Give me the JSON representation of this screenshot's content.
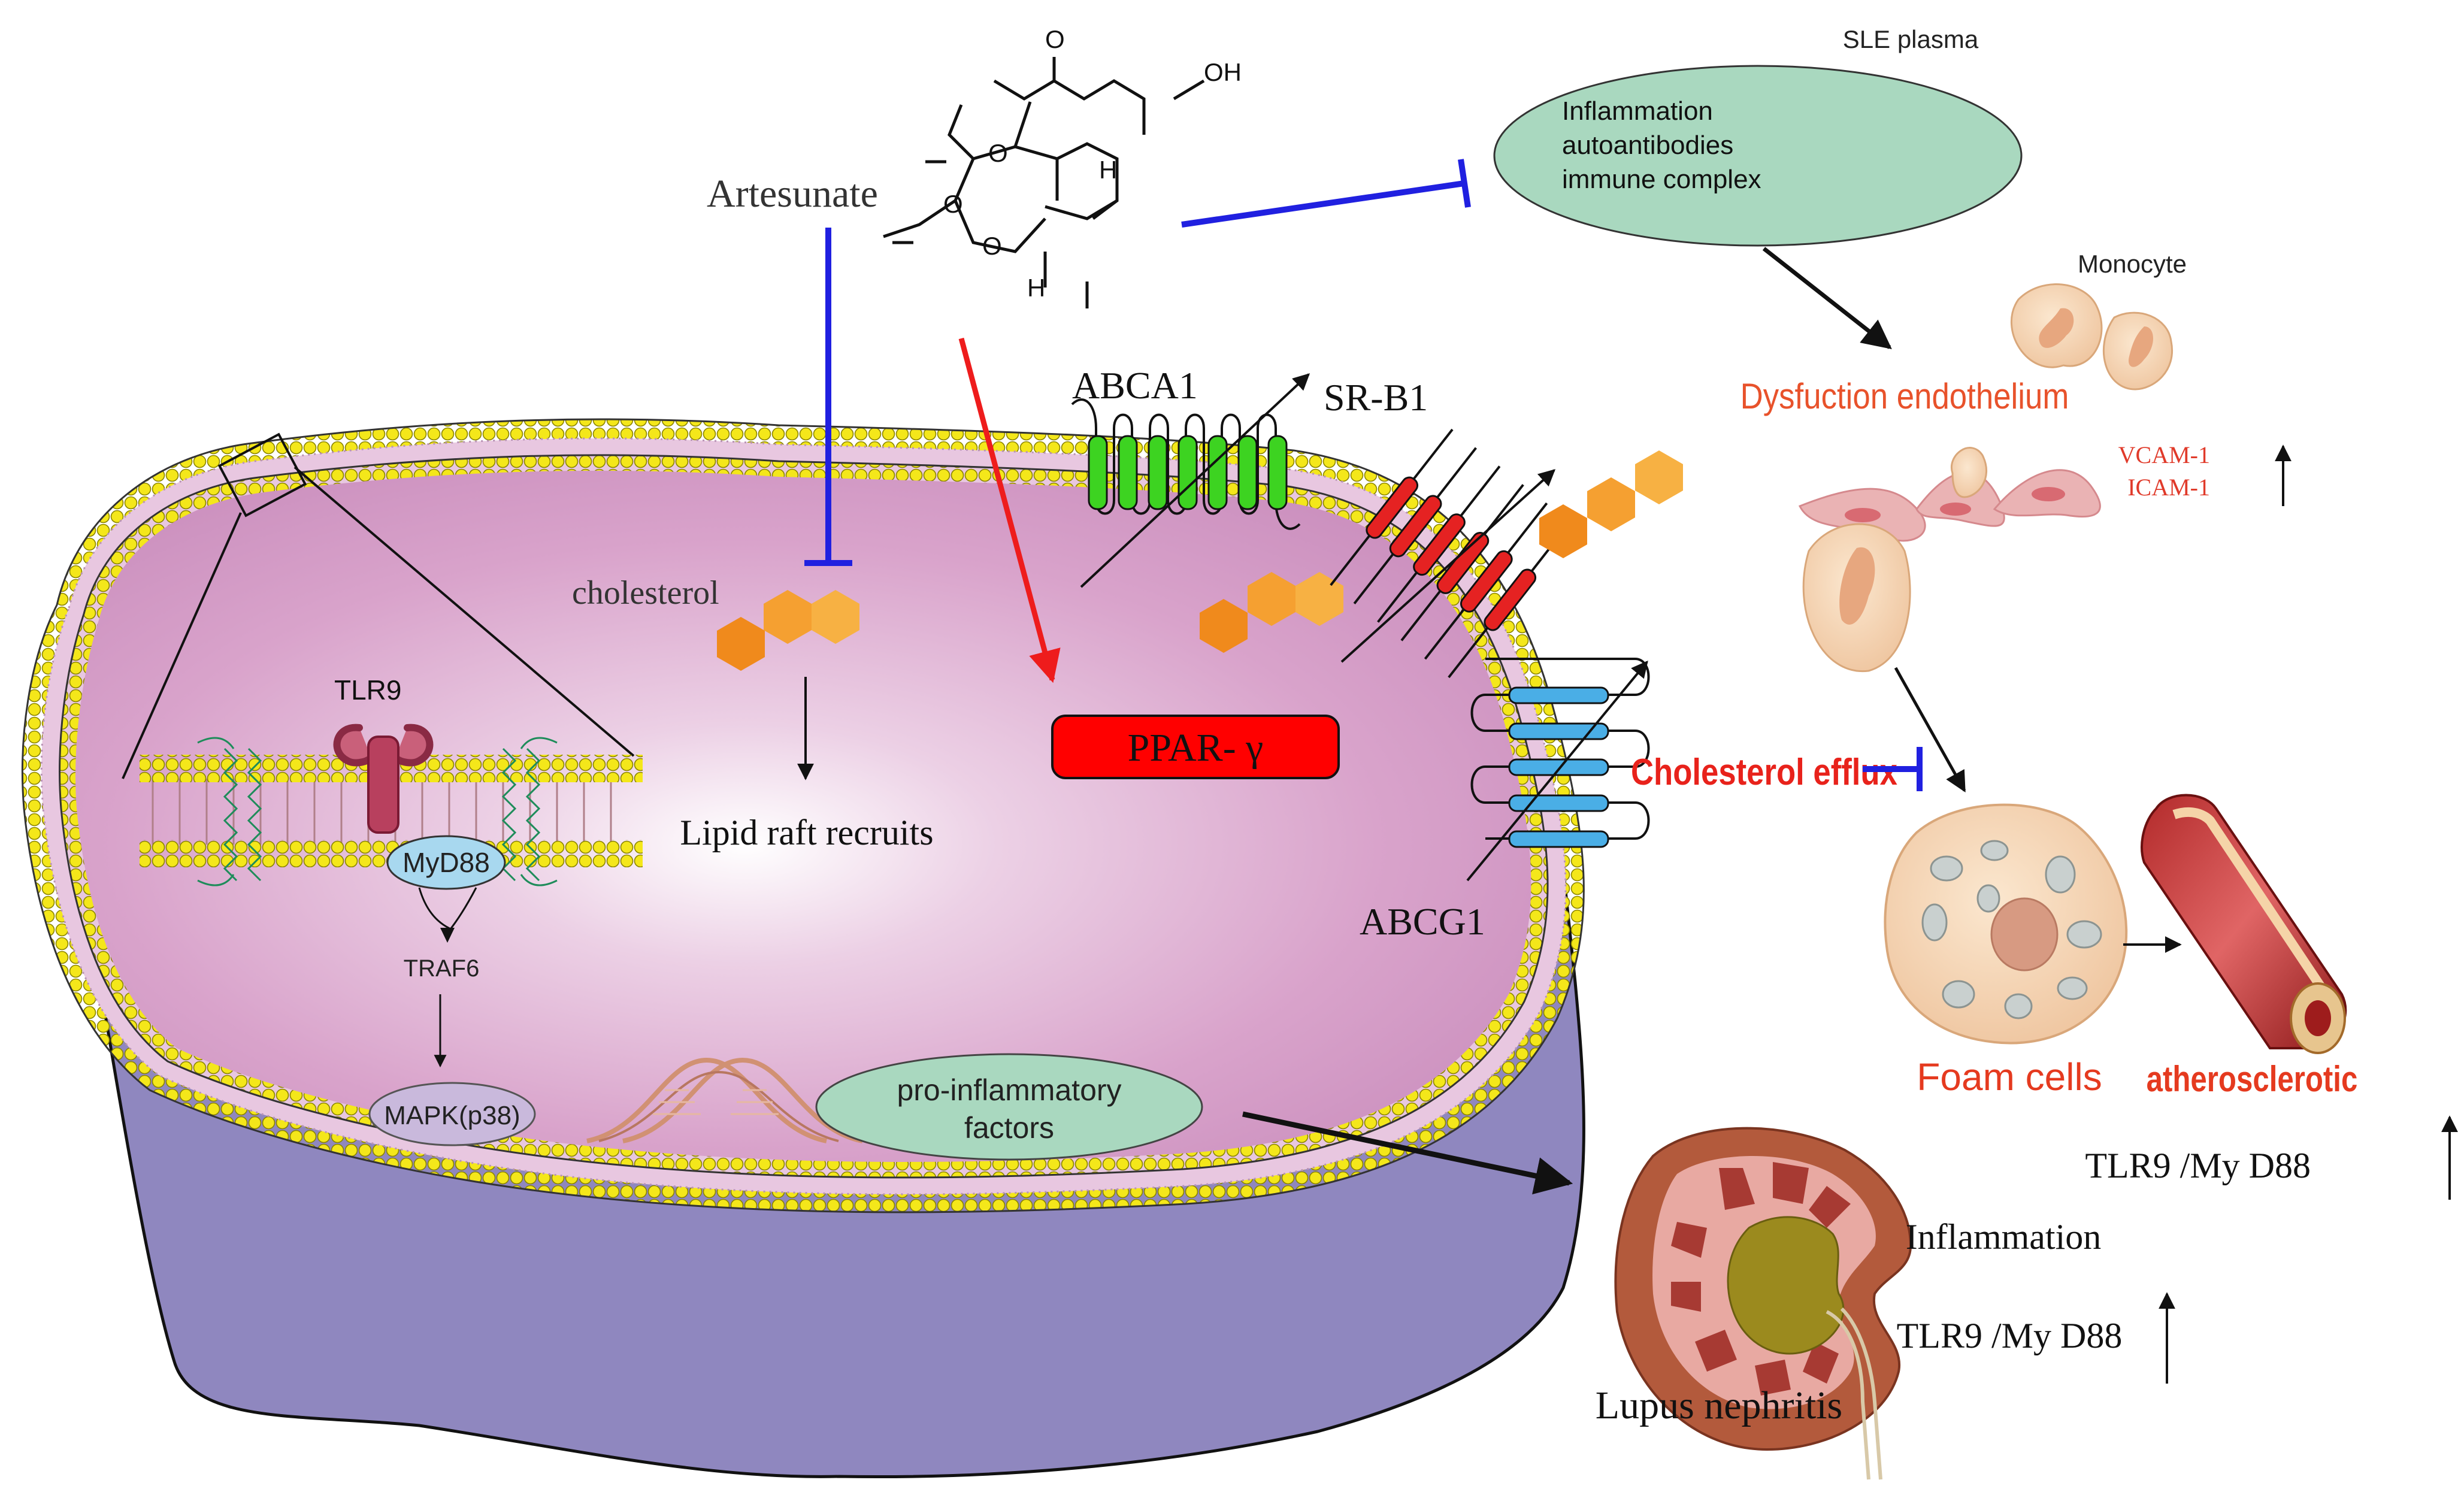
{
  "labels": {
    "artesunate": "Artesunate",
    "cholesterol": "cholesterol",
    "lipid_raft": "Lipid raft recruits",
    "tlr9": "TLR9",
    "myd88": "MyD88",
    "traf6": "TRAF6",
    "mapk": "MAPK(p38)",
    "pro_inflammatory_1": "pro-inflammatory",
    "pro_inflammatory_2": "factors",
    "ppar": "PPAR- γ",
    "abca1": "ABCA1",
    "srb1": "SR-B1",
    "abcg1": "ABCG1",
    "cholesterol_efflux": "Cholesterol efflux",
    "sle_plasma": "SLE plasma",
    "sle_line1": "Inflammation",
    "sle_line2": "autoantibodies",
    "sle_line3": "immune complex",
    "monocyte": "Monocyte",
    "dysfunction": "Dysfuction endothelium",
    "vcam": "VCAM-1",
    "icam": "ICAM-1",
    "foam_cells": "Foam cells",
    "atherosclerotic": "atherosclerotic",
    "tlr9_myd88_a": "TLR9 /My D88",
    "inflammation": "Inflammation",
    "tlr9_myd88_b": "TLR9 /My D88",
    "lupus": "Lupus nephritis",
    "chem_o": "O",
    "chem_oh": "OH",
    "chem_h": "H"
  },
  "colors": {
    "cell_body": "#d9a3cb",
    "cell_base": "#8f87bf",
    "membrane_head": "#f5e81a",
    "green_bubble": "#a9d8bf",
    "lavender_bubble": "#c9b9dc",
    "blue_pill": "#a8d8ef",
    "inhibit_blue": "#2020e0",
    "activate_red": "#ee1c1c",
    "ppar_red": "#ff0000",
    "abca1_green": "#3dd321",
    "srb1_red": "#e52222",
    "abcg1_blue": "#4aaee6",
    "cholesterol_orange": "#f39a2b",
    "text_red": "#e8522b",
    "atherosclerotic_red": "#e53a1f"
  }
}
